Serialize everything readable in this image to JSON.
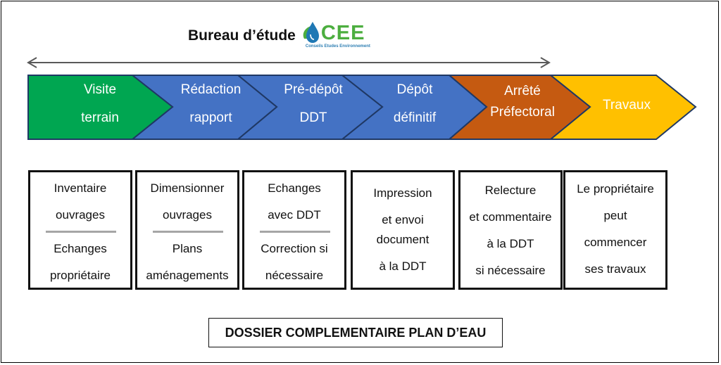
{
  "header": {
    "title": "Bureau d’étude",
    "logo": {
      "text": "CEE",
      "tagline": "Conseils Etudes Environnement",
      "colors": {
        "drop": "#1f78b4",
        "leaf": "#4cae3f"
      }
    }
  },
  "timeline": {
    "icon": "double-arrow"
  },
  "steps": [
    {
      "id": "visite",
      "lines": [
        "Visite",
        "terrain"
      ],
      "color": "#00a651"
    },
    {
      "id": "redaction",
      "lines": [
        "Rédaction",
        "rapport"
      ],
      "color": "#4472c4"
    },
    {
      "id": "predepot",
      "lines": [
        "Pré-dépôt",
        "DDT"
      ],
      "color": "#4472c4"
    },
    {
      "id": "depot",
      "lines": [
        "Dépôt",
        "définitif"
      ],
      "color": "#4472c4"
    },
    {
      "id": "arrete",
      "lines": [
        "Arrêté",
        "Préfectoral"
      ],
      "color": "#c55a11"
    },
    {
      "id": "travaux",
      "lines": [
        "Travaux"
      ],
      "color": "#ffc000"
    }
  ],
  "boxes": [
    {
      "id": "box-visite",
      "top": [
        "Inventaire",
        "ouvrages"
      ],
      "bottom": [
        "Echanges",
        "propriétaire"
      ]
    },
    {
      "id": "box-redaction",
      "top": [
        "Dimensionner",
        "ouvrages"
      ],
      "bottom": [
        "Plans",
        "aménagements"
      ]
    },
    {
      "id": "box-predepot",
      "top": [
        "Echanges",
        "avec DDT"
      ],
      "bottom": [
        "Correction si",
        "nécessaire"
      ]
    },
    {
      "id": "box-depot",
      "lines": [
        "Impression",
        "et envoi",
        "document",
        "à la DDT"
      ]
    },
    {
      "id": "box-arrete",
      "lines": [
        "Relecture",
        "et commentaire",
        "à la DDT",
        "si nécessaire"
      ]
    },
    {
      "id": "box-travaux",
      "lines": [
        "Le propriétaire",
        "peut",
        "commencer",
        "ses travaux"
      ]
    }
  ],
  "footer": {
    "label": "DOSSIER COMPLEMENTAIRE PLAN D’EAU"
  }
}
